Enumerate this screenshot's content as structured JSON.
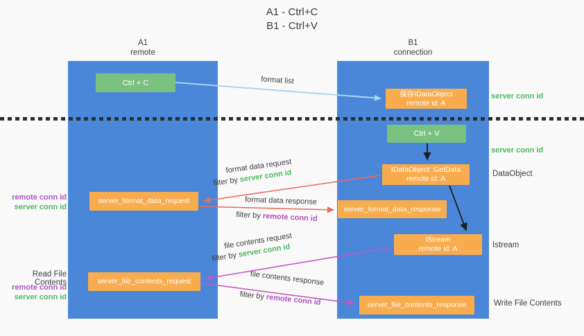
{
  "title": {
    "line1": "A1 - Ctrl+C",
    "line2": "B1 - Ctrl+V"
  },
  "columns": {
    "left": {
      "name": "A1",
      "subtitle": "remote"
    },
    "right": {
      "name": "B1",
      "subtitle": "connection"
    }
  },
  "nodes": {
    "ctrl_c": {
      "label": "Ctrl + C"
    },
    "save_dataobject": {
      "line1": "保存IDataObject",
      "line2": "remote id: A"
    },
    "ctrl_v": {
      "label": "Ctrl + V"
    },
    "getdata": {
      "line1": "IDataObject::GetData",
      "line2": "remote id: A"
    },
    "format_request": {
      "label": "server_format_data_request"
    },
    "format_response": {
      "label": "server_format_data_response"
    },
    "istream": {
      "line1": "IStream",
      "line2": "remote id: A"
    },
    "file_request": {
      "label": "server_file_contents_request"
    },
    "file_response": {
      "label": "server_file_contents_response"
    }
  },
  "flows": {
    "format_list": {
      "label": "format list"
    },
    "format_data_request": {
      "label": "format data request",
      "filter_prefix": "filter by ",
      "filter_key": "server conn id"
    },
    "format_data_response": {
      "label": "format data response",
      "filter_prefix": "filter by ",
      "filter_key": "remote conn id"
    },
    "file_contents_request": {
      "label": "file contents request",
      "filter_prefix": "filter by ",
      "filter_key": "server conn id"
    },
    "file_contents_response": {
      "label": "file contents response",
      "filter_prefix": "filter by ",
      "filter_key": "remote conn id"
    }
  },
  "annotations": {
    "server_conn_id_top": "server conn id",
    "server_conn_id_mid": "server conn id",
    "dataobject": "DataObject",
    "istream": "Istream",
    "write_file_contents": "Write File Contents",
    "read_file_contents": "Read File Contents",
    "left_pair_1": {
      "remote": "remote conn id",
      "server": "server conn id"
    },
    "left_pair_2": {
      "remote": "remote conn id",
      "server": "server conn id"
    }
  },
  "colors": {
    "column_blue": "#4b87d9",
    "node_orange": "#f9ac4d",
    "node_green": "#7ac17f",
    "green_text": "#4db85e",
    "purple_text": "#b04fc3",
    "red_arrow": "#e96b5e",
    "magenta_arrow": "#c457c4",
    "light_blue_arrow": "#aad4ef",
    "black_arrow": "#1f1f1f"
  }
}
